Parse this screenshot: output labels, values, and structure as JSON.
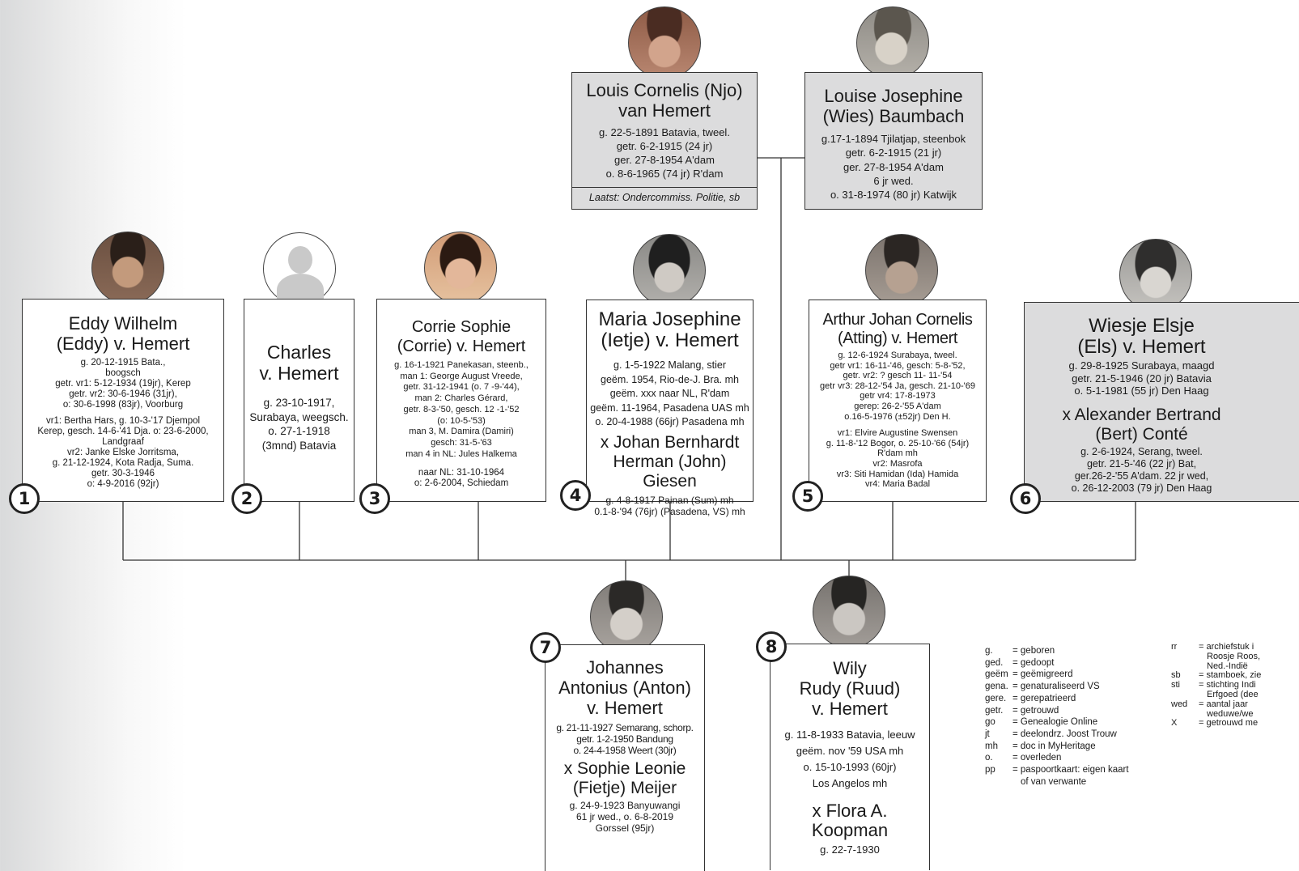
{
  "parents": {
    "father": {
      "name": "Louis Cornelis (Njo)\nvan Hemert",
      "details": "g. 22-5-1891 Batavia, tweel.\ngetr. 6-2-1915 (24 jr)\nger. 27-8-1954 A'dam\no. 8-6-1965 (74 jr) R'dam",
      "footnote": "Laatst: Ondercommiss. Politie, sb",
      "photo_icon": "portrait-photo-man-with-hat"
    },
    "mother": {
      "name": "Louise Josephine\n(Wies) Baumbach",
      "details": "g.17-1-1894 Tjilatjap, steenbok\ngetr. 6-2-1915 (21 jr)\nger. 27-8-1954 A'dam\n6 jr wed.\no. 31-8-1974 (80 jr) Katwijk",
      "photo_icon": "portrait-photo-older-woman"
    }
  },
  "children": [
    {
      "number": "1",
      "name": "Eddy Wilhelm\n(Eddy) v. Hemert",
      "details": "g. 20-12-1915 Bata.,\nboogsch\ngetr. vr1: 5-12-1934 (19jr), Kerep\ngetr. vr2: 30-6-1946 (31jr),\no: 30-6-1998 (83jr), Voorburg",
      "details2": "vr1: Bertha Hars, g. 10-3-'17 Djempol\nKerep, gesch. 14-6-'41 Dja. o: 23-6-2000,\nLandgraaf\nvr2: Janke Elske Jorritsma,\ng. 21-12-1924, Kota Radja, Suma.\ngetr. 30-3-1946\no: 4-9-2016 (92jr)",
      "photo_icon": "portrait-photo-man"
    },
    {
      "number": "2",
      "name": "Charles\nv. Hemert",
      "details": "g. 23-10-1917,\nSurabaya, weegsch.\no. 27-1-1918\n(3mnd) Batavia",
      "photo_icon": "placeholder-person-icon"
    },
    {
      "number": "3",
      "name": "Corrie Sophie\n(Corrie) v. Hemert",
      "details": "g. 16-1-1921 Panekasan, steenb.,\nman 1: George August Vreede,\ngetr. 31-12-1941 (o. 7 -9-'44),\nman 2: Charles Gérard,\ngetr. 8-3-'50, gesch. 12 -1-'52\n(o: 10-5-'53)\nman 3, M. Damira (Damiri)\ngesch: 31-5-'63\nman 4 in NL: Jules Halkema",
      "details2": "naar NL: 31-10-1964\no: 2-6-2004, Schiedam",
      "photo_icon": "portrait-photo-woman"
    },
    {
      "number": "4",
      "name": "Maria Josephine\n(Ietje) v. Hemert",
      "details": "g. 1-5-1922 Malang, stier\ngeëm. 1954, Rio-de-J. Bra. mh\ngeëm. xxx naar NL, R'dam\ngeëm. 11-1964, Pasadena UAS mh\no. 20-4-1988 (66jr) Pasadena mh",
      "spouse": "x Johan Bernhardt\nHerman (John) Giesen",
      "spouse_details": "g. 4-8-1917 Painan (Sum) mh\n0.1-8-'94 (76jr) (Pasadena, VS) mh",
      "photo_icon": "portrait-photo-woman"
    },
    {
      "number": "5",
      "name": "Arthur Johan Cornelis\n(Atting) v. Hemert",
      "details": "g. 12-6-1924 Surabaya, tweel.\ngetr vr1: 16-11-'46, gesch: 5-8-'52,\ngetr. vr2: ? gesch 11- 11-'54\ngetr vr3: 28-12-'54 Ja, gesch. 21-10-'69\ngetr vr4: 17-8-1973\ngerep: 26-2-'55 A'dam\no.16-5-1976 (±52jr) Den H.",
      "details2": "vr1: Elvire Augustine Swensen\ng. 11-8-'12 Bogor, o. 25-10-'66 (54jr)\nR'dam mh\nvr2: Masrofa\nvr3: Siti Hamidan (Ida) Hamida\nvr4: Maria Badal",
      "photo_icon": "portrait-photo-man"
    },
    {
      "number": "6",
      "name": "Wiesje Elsje\n(Els) v. Hemert",
      "details": "g. 29-8-1925 Surabaya, maagd\ngetr. 21-5-1946 (20 jr) Batavia\no. 5-1-1981 (55 jr) Den Haag",
      "spouse": "x Alexander Bertrand\n(Bert) Conté",
      "spouse_details": "g. 2-6-1924, Serang, tweel.\ngetr. 21-5-'46 (22 jr) Bat,\nger.26-2-'55 A'dam. 22 jr wed,\no. 26-12-2003 (79 jr) Den Haag",
      "photo_icon": "portrait-photo-woman"
    },
    {
      "number": "7",
      "name": "Johannes\nAntonius (Anton)\nv. Hemert",
      "details": "g. 21-11-1927 Semarang, schorp.\ngetr. 1-2-1950 Bandung\no. 24-4-1958 Weert (30jr)",
      "spouse": "x Sophie Leonie\n(Fietje) Meijer",
      "spouse_details": "g. 24-9-1923 Banyuwangi\n61 jr wed., o. 6-8-2019\nGorssel (95jr)",
      "photo_icon": "portrait-photo-man"
    },
    {
      "number": "8",
      "name": "Wily\nRudy (Ruud)\nv. Hemert",
      "details": "g. 11-8-1933 Batavia, leeuw\ngeëm. nov '59 USA mh\no. 15-10-1993 (60jr)\nLos Angelos mh",
      "spouse": "x Flora A.\nKoopman",
      "spouse_details": "g. 22-7-1930",
      "photo_icon": "portrait-photo-man"
    }
  ],
  "legend_left": [
    {
      "key": "g.",
      "value": "= geboren"
    },
    {
      "key": "ged.",
      "value": "= gedoopt"
    },
    {
      "key": "geëm",
      "value": "= geëmigreerd"
    },
    {
      "key": "gena.",
      "value": "= genaturaliseerd VS"
    },
    {
      "key": "gere.",
      "value": "= gerepatrieerd"
    },
    {
      "key": "getr.",
      "value": "= getrouwd"
    },
    {
      "key": "go",
      "value": "= Genealogie Online"
    },
    {
      "key": "jt",
      "value": "= deelondrz. Joost Trouw"
    },
    {
      "key": "mh",
      "value": "= doc in MyHeritage"
    },
    {
      "key": "o.",
      "value": "= overleden"
    },
    {
      "key": "pp",
      "value": "= paspoortkaart: eigen kaart"
    },
    {
      "key": "",
      "value": "of van verwante"
    }
  ],
  "legend_right": [
    {
      "key": "rr",
      "value": "= archiefstuk i"
    },
    {
      "key": "",
      "value": "Roosje Roos,"
    },
    {
      "key": "",
      "value": "Ned.-Indië"
    },
    {
      "key": "sb",
      "value": "= stamboek, zie"
    },
    {
      "key": "sti",
      "value": "= stichting Indi"
    },
    {
      "key": "",
      "value": "Erfgoed (dee"
    },
    {
      "key": "wed",
      "value": "= aantal jaar"
    },
    {
      "key": "",
      "value": "weduwe/we"
    },
    {
      "key": "X",
      "value": "= getrouwd me"
    }
  ]
}
